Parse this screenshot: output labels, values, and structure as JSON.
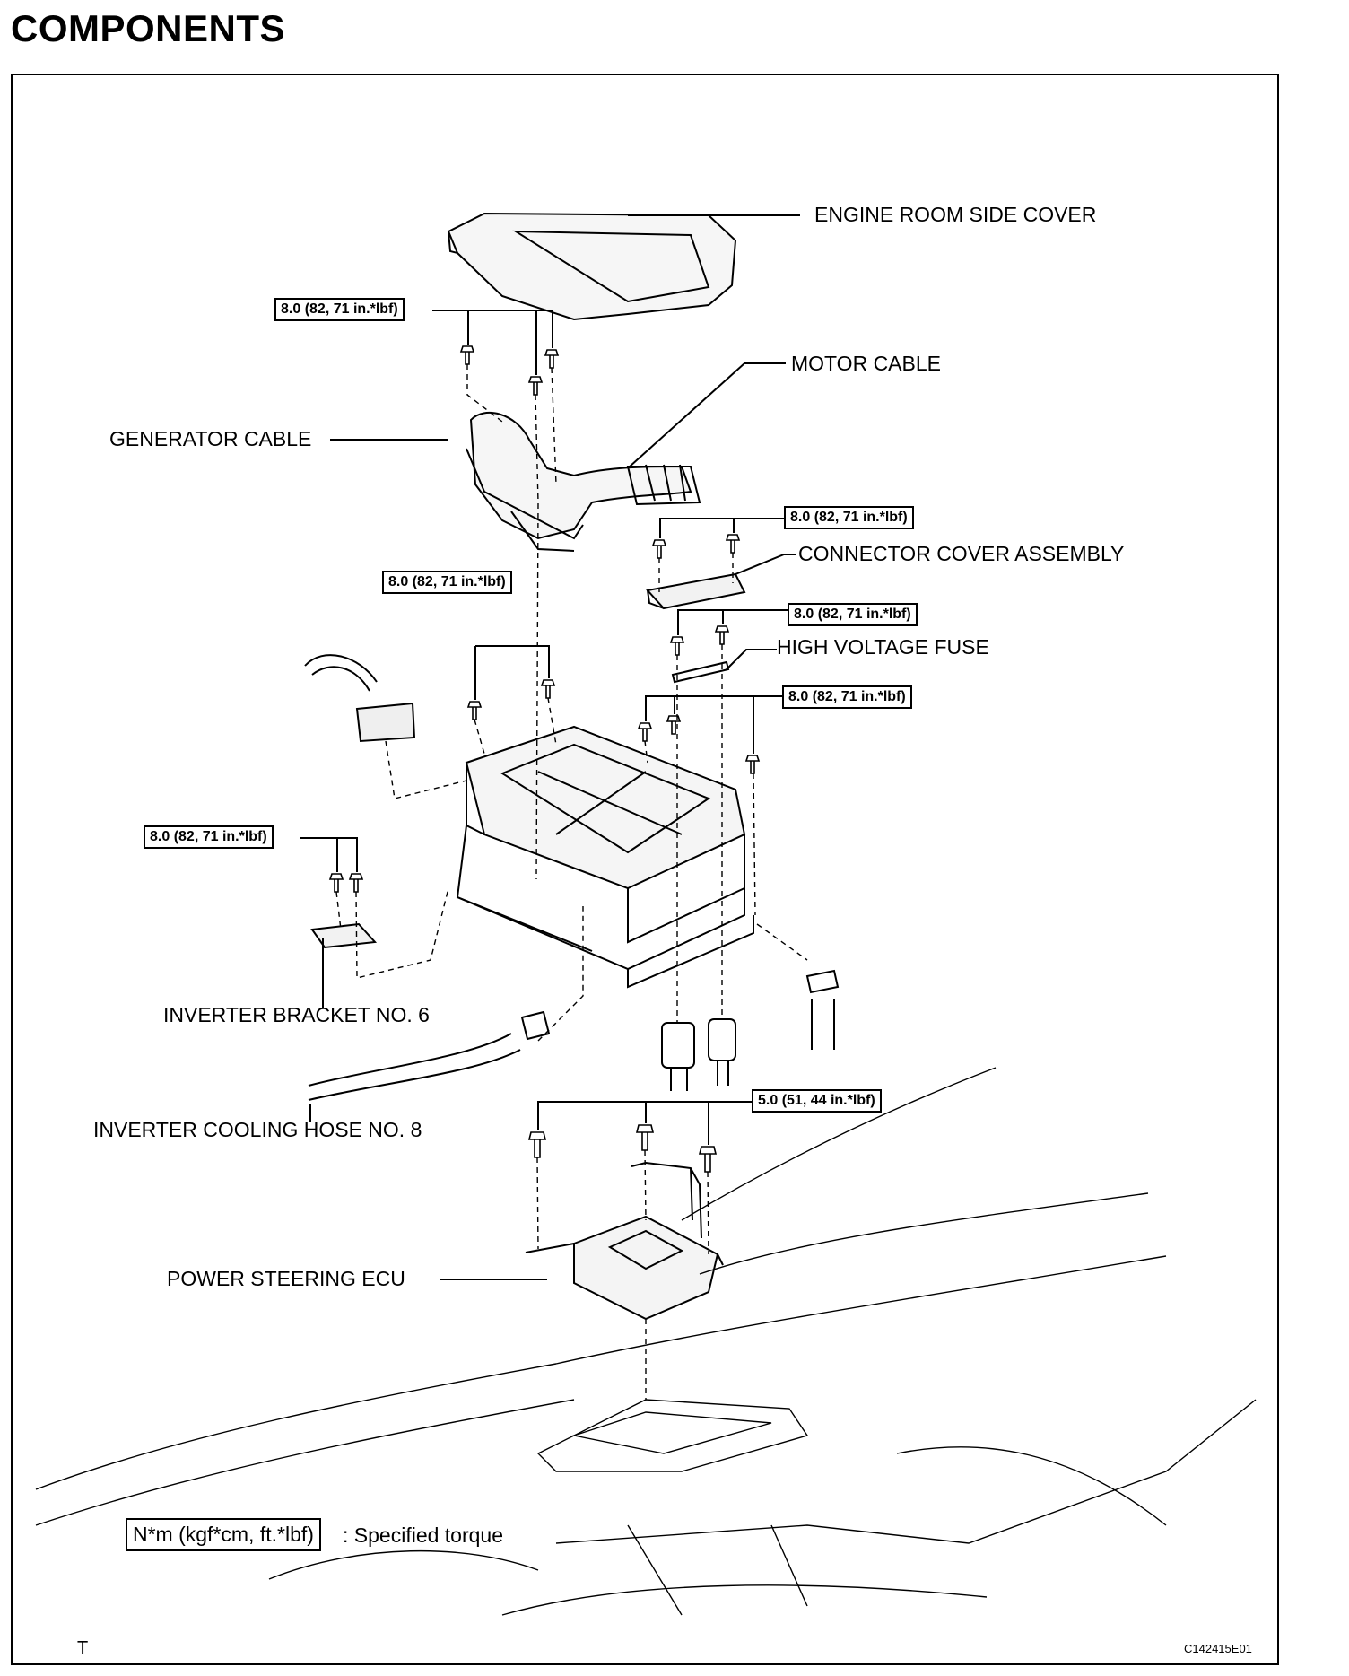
{
  "heading": "COMPONENTS",
  "labels": {
    "engine_room_side_cover": "ENGINE ROOM SIDE COVER",
    "motor_cable": "MOTOR CABLE",
    "generator_cable": "GENERATOR CABLE",
    "connector_cover_assembly": "CONNECTOR COVER ASSEMBLY",
    "high_voltage_fuse": "HIGH VOLTAGE FUSE",
    "inverter_bracket_no6": "INVERTER BRACKET NO. 6",
    "inverter_cooling_hose_no8": "INVERTER COOLING HOSE NO. 8",
    "power_steering_ecu": "POWER STEERING ECU"
  },
  "torques": {
    "cover_bolts": "8.0 (82, 71 in.*lbf)",
    "connector_cover_bolts": "8.0 (82, 71 in.*lbf)",
    "inverter_top_bolts": "8.0 (82, 71 in.*lbf)",
    "fuse_bolts": "8.0 (82, 71 in.*lbf)",
    "inverter_right_bolts": "8.0 (82, 71 in.*lbf)",
    "bracket_bolts": "8.0 (82, 71 in.*lbf)",
    "ecu_bolts": "5.0 (51, 44 in.*lbf)"
  },
  "legend": {
    "unit": "N*m (kgf*cm, ft.*lbf)",
    "description": ": Specified torque"
  },
  "footer": {
    "mark": "T",
    "code": "C142415E01"
  }
}
